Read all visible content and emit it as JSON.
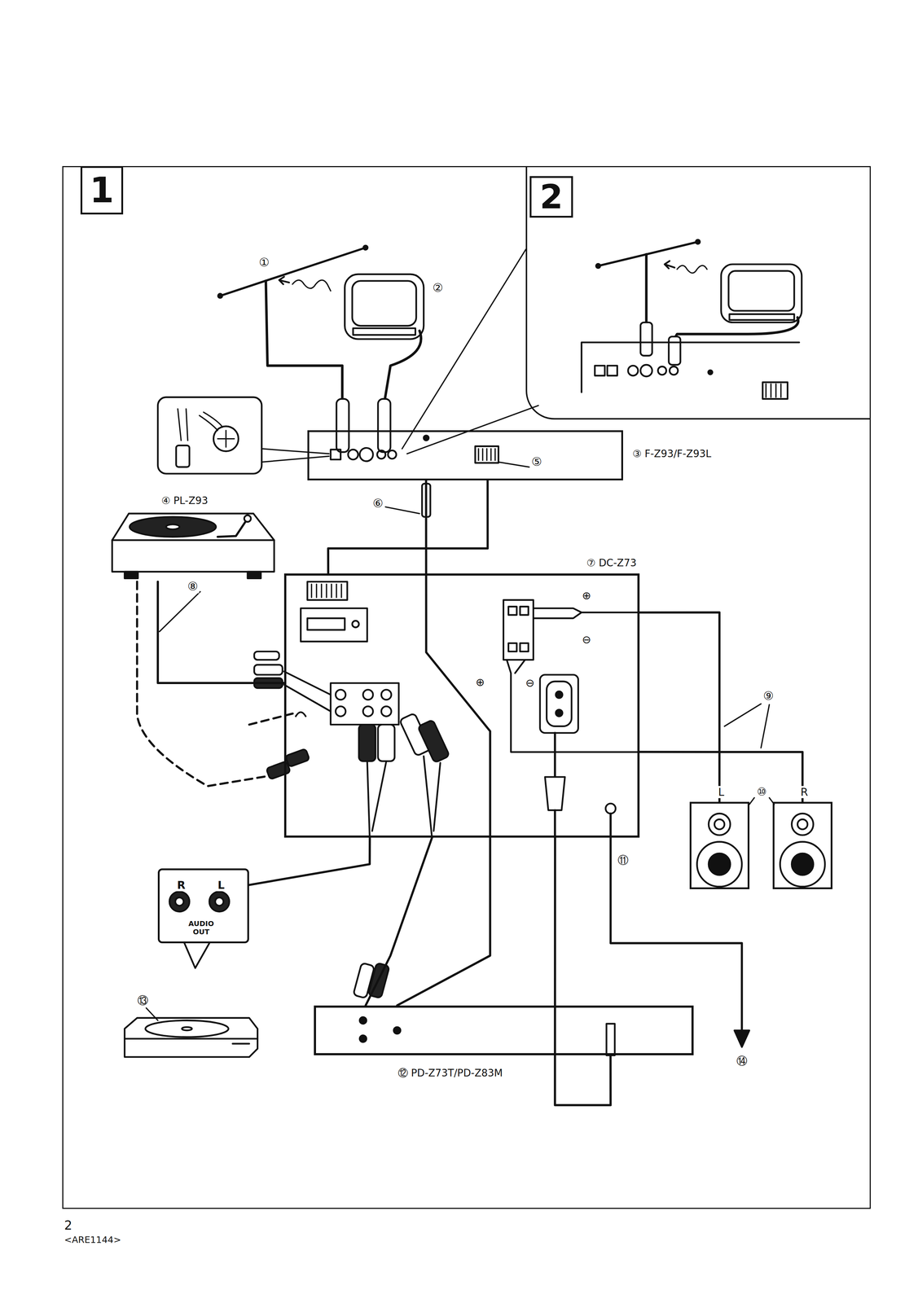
{
  "diagram": {
    "nodes": [
      {
        "text": [
          "1"
        ]
      },
      {
        "text": [
          "2"
        ],
        "in": 0
      },
      {
        "text": [
          "③ F-Z93/F-Z93L"
        ],
        "in": 0
      },
      {
        "text": [
          "④ PL-Z93"
        ],
        "in": 0
      },
      {
        "text": [
          "⑦ DC-Z73"
        ],
        "in": 0
      },
      {
        "text": [
          "L"
        ],
        "in": 0
      },
      {
        "text": [
          "R"
        ],
        "in": 0
      },
      {
        "text": [
          "R",
          "L",
          "AUDIO OUT"
        ],
        "in": 0
      },
      {
        "text": [
          "⑫ PD-Z73T/PD-Z83M"
        ],
        "in": 0
      }
    ],
    "edges": [
      {
        "from": 2,
        "to": 4,
        "arrow": "none"
      },
      {
        "from": 2,
        "to": 8,
        "arrow": "none"
      },
      {
        "from": 3,
        "to": 4,
        "arrow": "none"
      },
      {
        "from": 4,
        "to": 5,
        "arrow": "none"
      },
      {
        "from": 4,
        "to": 6,
        "arrow": "none"
      },
      {
        "from": 7,
        "to": 4,
        "arrow": "none"
      },
      {
        "from": 4,
        "to": 8,
        "arrow": "none"
      },
      {
        "from": 8,
        "to": 4,
        "arrow": "none"
      }
    ],
    "labels": [
      "①",
      "②",
      "⑤",
      "⑥",
      "⑧",
      "⑨",
      "⑩",
      "⑪",
      "⑬",
      "⑭",
      "⊕",
      "⊖",
      "⊕",
      "⊖",
      "2",
      "<ARE1144>"
    ]
  }
}
